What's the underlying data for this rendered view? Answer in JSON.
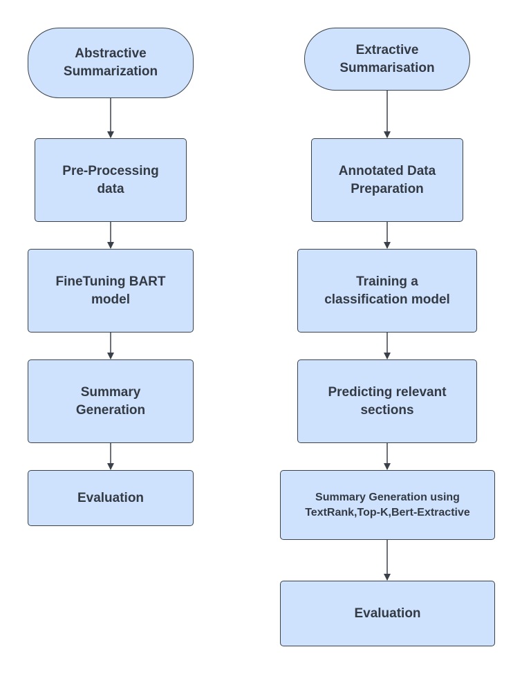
{
  "abstractive": {
    "start": "Abstractive\nSummarization",
    "step1": "Pre-Processing\ndata",
    "step2": "FineTuning BART\nmodel",
    "step3": "Summary\nGeneration",
    "step4": "Evaluation"
  },
  "extractive": {
    "start": "Extractive\nSummarisation",
    "step1": "Annotated Data\nPreparation",
    "step2": "Training a\nclassification model",
    "step3": "Predicting relevant\nsections",
    "step4": "Summary Generation using\nTextRank,Top-K,Bert-Extractive",
    "step5": "Evaluation"
  }
}
